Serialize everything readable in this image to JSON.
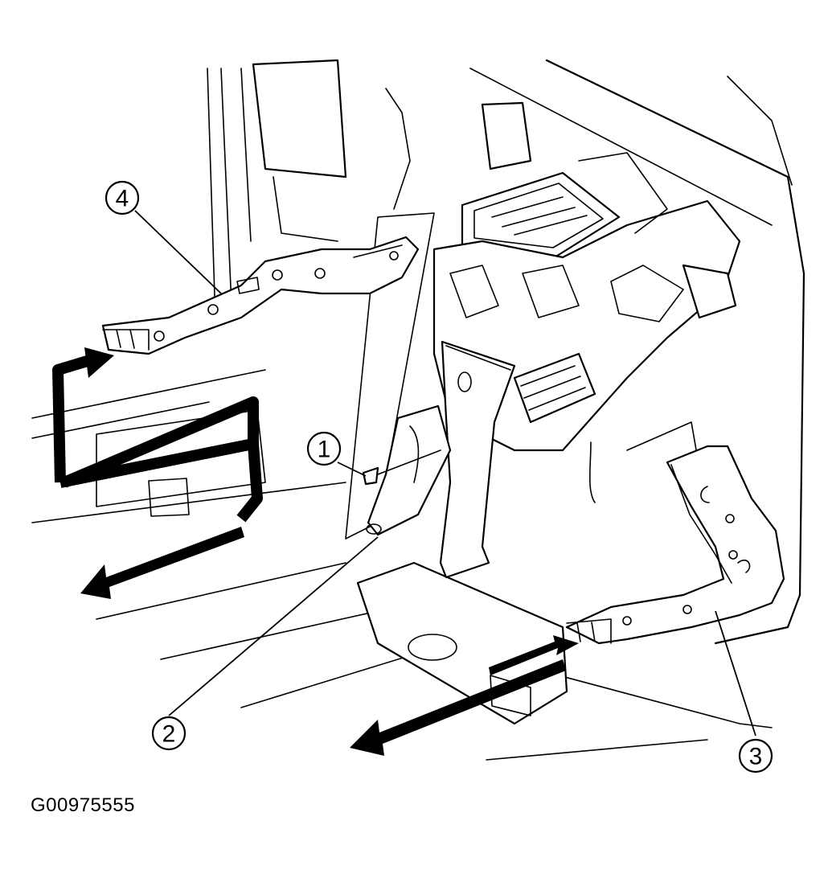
{
  "figure_code": "G00975555",
  "callouts": [
    {
      "id": "callout-1",
      "label": "1"
    },
    {
      "id": "callout-2",
      "label": "2"
    },
    {
      "id": "callout-3",
      "label": "3"
    },
    {
      "id": "callout-4",
      "label": "4"
    }
  ],
  "colors": {
    "ink": "#000000",
    "paper": "#ffffff"
  }
}
